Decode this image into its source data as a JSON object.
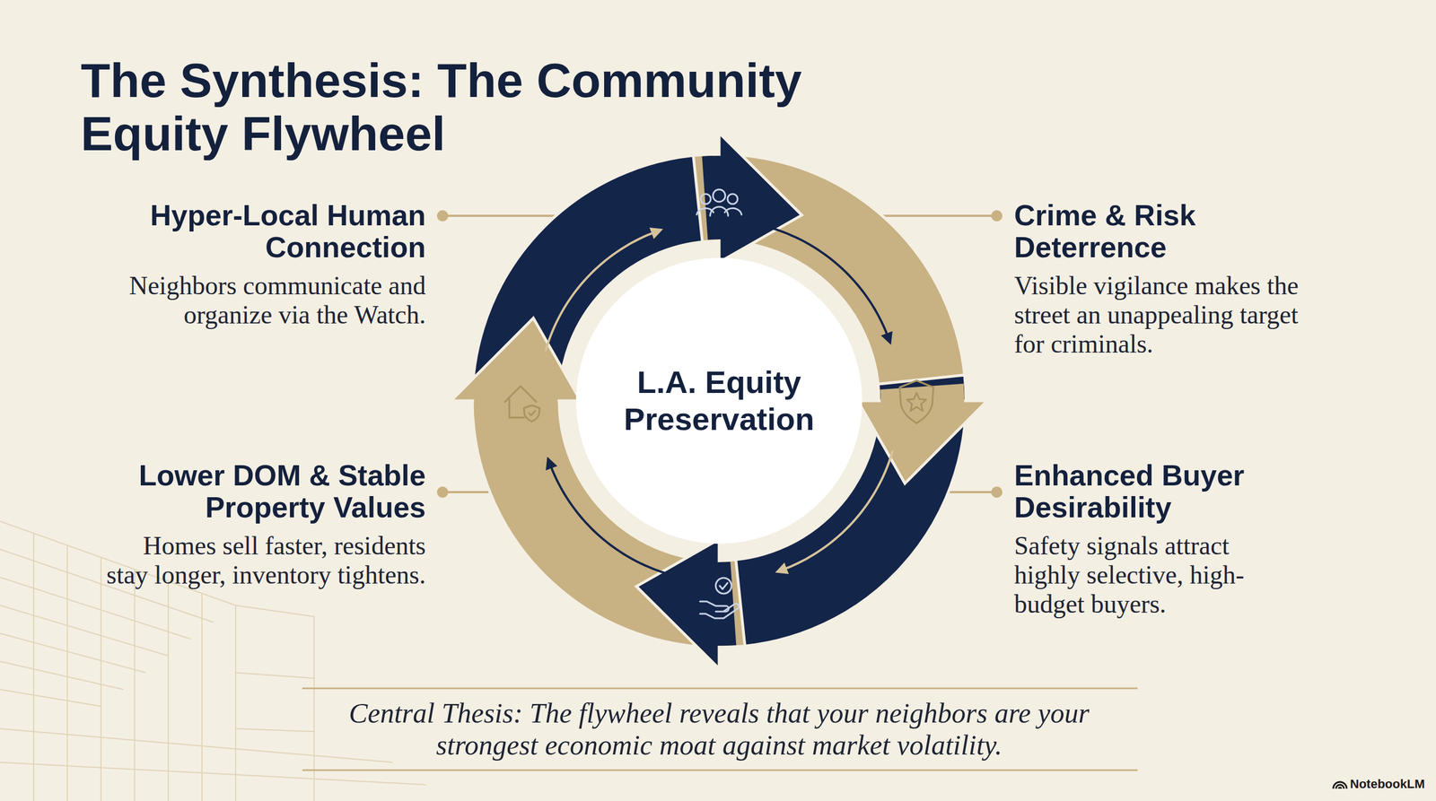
{
  "diagram": {
    "title": "The Synthesis: The Community Equity Flywheel",
    "caption": "Central Thesis: The flywheel reveals that your neighbors are your strongest economic moat against market volatility.",
    "nodes": [
      {
        "text": [
          "L.A. Equity Preservation"
        ]
      }
    ],
    "labels": [
      "Hyper-Local Human Connection",
      "Neighbors communicate and organize via the Watch.",
      "Crime & Risk Deterrence",
      "Visible vigilance makes the street an unappealing target for criminals.",
      "Lower DOM & Stable Property Values",
      "Homes sell faster, residents stay longer, inventory tightens.",
      "Enhanced Buyer Desirability",
      "Safety signals attract highly selective, high-budget buyers.",
      "NotebookLM"
    ]
  }
}
